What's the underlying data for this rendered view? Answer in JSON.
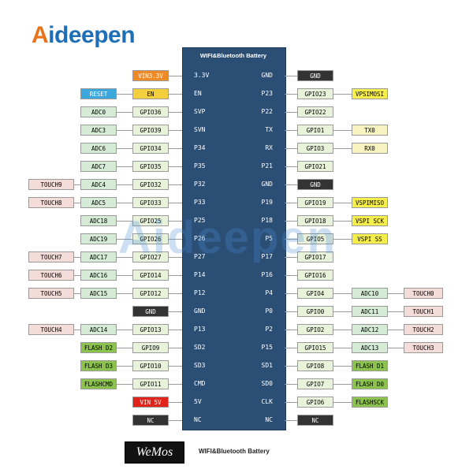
{
  "brand": {
    "prefix": "A",
    "rest": "ideepen"
  },
  "watermark": "Aideepen",
  "board_title": "WIFI&Bluetooth Battery",
  "bottom": {
    "logo": "WeMos",
    "label": "WIFI&Bluetooth Battery"
  },
  "colors": {
    "adc": "#d6ebd6",
    "gpio": "#e9f3dc",
    "touch": "#f4dcd8",
    "flash": "#8cc24e",
    "reset": "#3aa8dc",
    "en": "#f3cf3e",
    "power": "#f08a24",
    "vin5": "#e0231b",
    "gnd": "#333333",
    "spi": "#f6ee4a",
    "uart": "#f7f4c2",
    "board": "#2b4e75"
  },
  "rows": [
    {
      "lp": "3.3V",
      "rp": "GND",
      "l": [
        {
          "t": "VIN3.3V",
          "c": "power"
        }
      ],
      "r": [
        {
          "t": "GND",
          "c": "gnd"
        }
      ]
    },
    {
      "lp": "EN",
      "rp": "P23",
      "l": [
        {
          "t": "EN",
          "c": "en"
        },
        {
          "t": "RESET",
          "c": "reset"
        }
      ],
      "r": [
        {
          "t": "GPIO23",
          "c": "gpio"
        },
        {
          "t": "VPSIMOSI",
          "c": "spi"
        }
      ]
    },
    {
      "lp": "SVP",
      "rp": "P22",
      "l": [
        {
          "t": "GPIO36",
          "c": "gpio"
        },
        {
          "t": "ADC0",
          "c": "adc"
        }
      ],
      "r": [
        {
          "t": "GPIO22",
          "c": "gpio"
        }
      ]
    },
    {
      "lp": "SVN",
      "rp": "TX",
      "l": [
        {
          "t": "GPIO39",
          "c": "gpio"
        },
        {
          "t": "ADC3",
          "c": "adc"
        }
      ],
      "r": [
        {
          "t": "GPIO1",
          "c": "gpio"
        },
        {
          "t": "TX0",
          "c": "uart"
        }
      ]
    },
    {
      "lp": "P34",
      "rp": "RX",
      "l": [
        {
          "t": "GPIO34",
          "c": "gpio"
        },
        {
          "t": "ADC6",
          "c": "adc"
        }
      ],
      "r": [
        {
          "t": "GPIO3",
          "c": "gpio"
        },
        {
          "t": "RX0",
          "c": "uart"
        }
      ]
    },
    {
      "lp": "P35",
      "rp": "P21",
      "l": [
        {
          "t": "GPIO35",
          "c": "gpio"
        },
        {
          "t": "ADC7",
          "c": "adc"
        }
      ],
      "r": [
        {
          "t": "GPIO21",
          "c": "gpio"
        }
      ]
    },
    {
      "lp": "P32",
      "rp": "GND",
      "l": [
        {
          "t": "GPIO32",
          "c": "gpio"
        },
        {
          "t": "ADC4",
          "c": "adc"
        },
        {
          "t": "TOUCH9",
          "c": "touch"
        }
      ],
      "r": [
        {
          "t": "GND",
          "c": "gnd"
        }
      ]
    },
    {
      "lp": "P33",
      "rp": "P19",
      "l": [
        {
          "t": "GPIO33",
          "c": "gpio"
        },
        {
          "t": "ADC5",
          "c": "adc"
        },
        {
          "t": "TOUCH8",
          "c": "touch"
        }
      ],
      "r": [
        {
          "t": "GPIO19",
          "c": "gpio"
        },
        {
          "t": "VSPIMISO",
          "c": "spi"
        }
      ]
    },
    {
      "lp": "P25",
      "rp": "P18",
      "l": [
        {
          "t": "GPIO25",
          "c": "gpio"
        },
        {
          "t": "ADC18",
          "c": "adc"
        }
      ],
      "r": [
        {
          "t": "GPIO18",
          "c": "gpio"
        },
        {
          "t": "VSPI SCK",
          "c": "spi"
        }
      ]
    },
    {
      "lp": "P26",
      "rp": "P5",
      "l": [
        {
          "t": "GPIO26",
          "c": "gpio"
        },
        {
          "t": "ADC19",
          "c": "adc"
        }
      ],
      "r": [
        {
          "t": "GPIO5",
          "c": "gpio"
        },
        {
          "t": "VSPI SS",
          "c": "spi"
        }
      ]
    },
    {
      "lp": "P27",
      "rp": "P17",
      "l": [
        {
          "t": "GPIO27",
          "c": "gpio"
        },
        {
          "t": "ADC17",
          "c": "adc"
        },
        {
          "t": "TOUCH7",
          "c": "touch"
        }
      ],
      "r": [
        {
          "t": "GPIO17",
          "c": "gpio"
        }
      ]
    },
    {
      "lp": "P14",
      "rp": "P16",
      "l": [
        {
          "t": "GPIO14",
          "c": "gpio"
        },
        {
          "t": "ADC16",
          "c": "adc"
        },
        {
          "t": "TOUCH6",
          "c": "touch"
        }
      ],
      "r": [
        {
          "t": "GPIO16",
          "c": "gpio"
        }
      ]
    },
    {
      "lp": "P12",
      "rp": "P4",
      "l": [
        {
          "t": "GPIO12",
          "c": "gpio"
        },
        {
          "t": "ADC15",
          "c": "adc"
        },
        {
          "t": "TOUCH5",
          "c": "touch"
        }
      ],
      "r": [
        {
          "t": "GPIO4",
          "c": "gpio"
        },
        {
          "t": "ADC10",
          "c": "adc"
        },
        {
          "t": "TOUCH0",
          "c": "touch"
        }
      ]
    },
    {
      "lp": "GND",
      "rp": "P0",
      "l": [
        {
          "t": "GND",
          "c": "gnd"
        }
      ],
      "r": [
        {
          "t": "GPIO0",
          "c": "gpio"
        },
        {
          "t": "ADC11",
          "c": "adc"
        },
        {
          "t": "TOUCH1",
          "c": "touch"
        }
      ]
    },
    {
      "lp": "P13",
      "rp": "P2",
      "l": [
        {
          "t": "GPIO13",
          "c": "gpio"
        },
        {
          "t": "ADC14",
          "c": "adc"
        },
        {
          "t": "TOUCH4",
          "c": "touch"
        }
      ],
      "r": [
        {
          "t": "GPIO2",
          "c": "gpio"
        },
        {
          "t": "ADC12",
          "c": "adc"
        },
        {
          "t": "TOUCH2",
          "c": "touch"
        }
      ]
    },
    {
      "lp": "SD2",
      "rp": "P15",
      "l": [
        {
          "t": "GPIO9",
          "c": "gpio"
        },
        {
          "t": "FLASH D2",
          "c": "flash"
        }
      ],
      "r": [
        {
          "t": "GPIO15",
          "c": "gpio"
        },
        {
          "t": "ADC13",
          "c": "adc"
        },
        {
          "t": "TOUCH3",
          "c": "touch"
        }
      ]
    },
    {
      "lp": "SD3",
      "rp": "SD1",
      "l": [
        {
          "t": "GPIO10",
          "c": "gpio"
        },
        {
          "t": "FLASH D3",
          "c": "flash"
        }
      ],
      "r": [
        {
          "t": "GPIO8",
          "c": "gpio"
        },
        {
          "t": "FLASH D1",
          "c": "flash"
        }
      ]
    },
    {
      "lp": "CMD",
      "rp": "SD0",
      "l": [
        {
          "t": "GPIO11",
          "c": "gpio"
        },
        {
          "t": "FLASHCMD",
          "c": "flash"
        }
      ],
      "r": [
        {
          "t": "GPIO7",
          "c": "gpio"
        },
        {
          "t": "FLASH D0",
          "c": "flash"
        }
      ]
    },
    {
      "lp": "5V",
      "rp": "CLK",
      "l": [
        {
          "t": "VIN 5V",
          "c": "vin5"
        }
      ],
      "r": [
        {
          "t": "GPIO6",
          "c": "gpio"
        },
        {
          "t": "FLASHSCK",
          "c": "flash"
        }
      ]
    },
    {
      "lp": "NC",
      "rp": "NC",
      "l": [
        {
          "t": "NC",
          "c": "gnd"
        }
      ],
      "r": [
        {
          "t": "NC",
          "c": "gnd"
        }
      ]
    }
  ]
}
